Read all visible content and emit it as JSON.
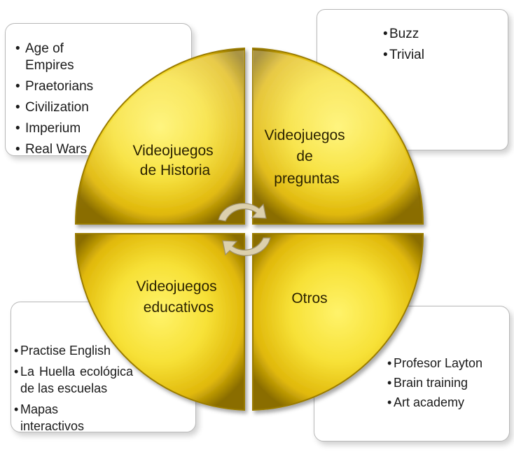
{
  "quadrants": {
    "history": {
      "line1": "Videojuegos",
      "line2": "de Historia"
    },
    "quiz": {
      "line1": "Videojuegos",
      "line2": "de",
      "line3": "preguntas"
    },
    "educational": {
      "line1": "Videojuegos",
      "line2": "educativos"
    },
    "other": {
      "line1": "Otros"
    }
  },
  "lists": {
    "history": [
      "Age of Empires",
      "Praetorians",
      "Civilization",
      "Imperium",
      "Real Wars"
    ],
    "quiz": [
      "Buzz",
      "Trivial"
    ],
    "educational": [
      "Practise English",
      "La Huella ecológica de las escuelas",
      "Mapas interactivos"
    ],
    "other": [
      "Profesor Layton",
      "Brain training",
      "Art academy"
    ]
  },
  "colors": {
    "gold_light": "#fff36a",
    "gold_mid": "#f2d21a",
    "gold_dark": "#8a6d00",
    "arrow": "#d8c9a2"
  },
  "icons": {
    "center": "cycle-arrows-icon"
  }
}
